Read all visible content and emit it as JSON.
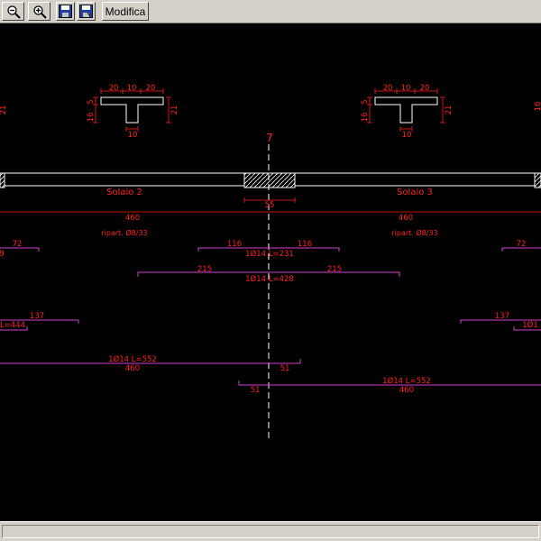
{
  "toolbar": {
    "buttons": [
      {
        "icon": "zoom-out-icon"
      },
      {
        "icon": "zoom-in-icon"
      },
      {
        "icon": "save-icon"
      },
      {
        "icon": "save-as-icon"
      }
    ],
    "modifica_label": "Modifica"
  },
  "colors": {
    "background": "#000000",
    "dimension": "#ff2020",
    "rebar": "#d040d0",
    "beam": "#ffffff",
    "toolbar": "#d4d0c8"
  },
  "drawing": {
    "section_left": {
      "top": [
        "20",
        "10",
        "20"
      ],
      "height_a": "16",
      "height_b": "5",
      "total_height": "21",
      "web": "10"
    },
    "section_right": {
      "top": [
        "20",
        "10",
        "20"
      ],
      "height_a": "16",
      "height_b": "5",
      "total_height": "21",
      "web": "10"
    },
    "edge_left": "21",
    "edge_right": "16",
    "axis_label": "7",
    "slab_left": "Solaio 2",
    "slab_right": "Solaio 3",
    "support_width": "55",
    "span_left": "460",
    "span_right": "460",
    "ripart_left": "ripart. Ø8/33",
    "ripart_right": "ripart. Ø8/33",
    "bar_left_anchor": "72",
    "bar_left_partial": "9",
    "bar_center_top_left": "116",
    "bar_center_top_right": "116",
    "bar_center_top_label": "1Ø14 L=231",
    "bar_right_anchor": "72",
    "bar_center_long_left": "215",
    "bar_center_long_right": "215",
    "bar_center_long_label": "1Ø14 L=428",
    "bar_low_left_anchor": "137",
    "bar_low_left_label": "L=444",
    "bar_low_right_anchor": "137",
    "bar_low_right_label": "1Ø1",
    "bottom_left_label": "1Ø14 L=552",
    "bottom_left_span": "460",
    "bottom_left_extension": "51",
    "bottom_right_extension": "51",
    "bottom_right_label": "1Ø14 L=552",
    "bottom_right_span": "460"
  }
}
